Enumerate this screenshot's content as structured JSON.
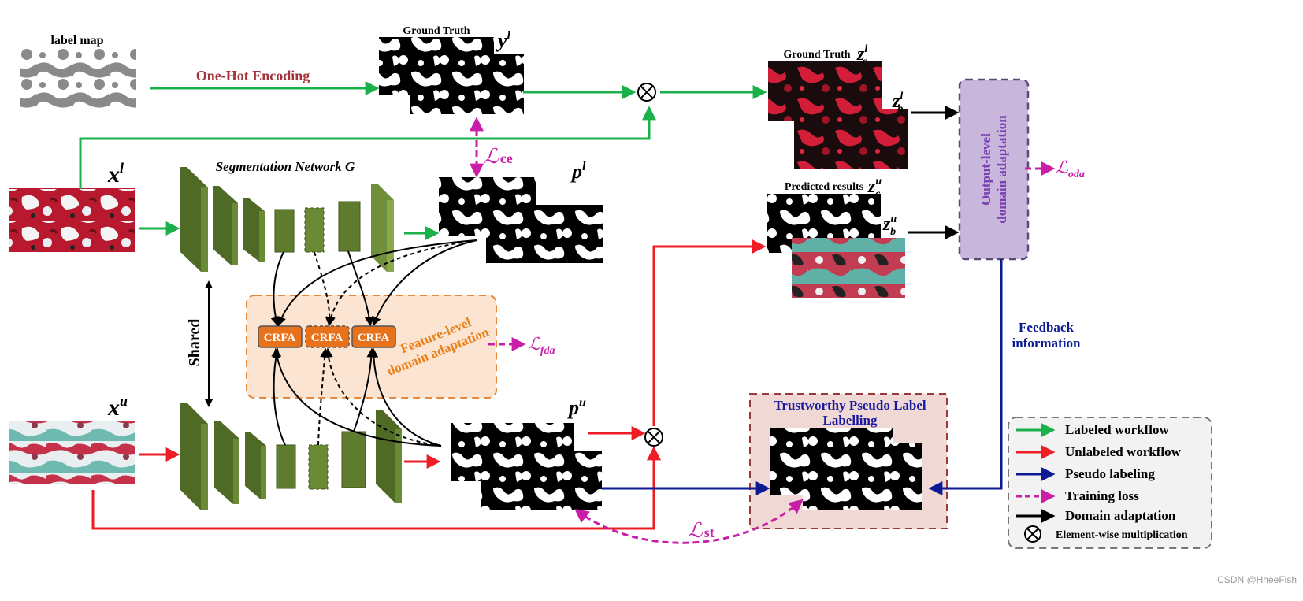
{
  "labels": {
    "label_map": "label map",
    "one_hot": "One-Hot Encoding",
    "ground_truth_1": "Ground Truth",
    "ground_truth_2": "Ground Truth",
    "predicted_results": "Predicted results",
    "seg_network": "Segmentation Network G",
    "shared": "Shared",
    "feature_level_1": "Feature-level",
    "feature_level_2": "domain adaptation",
    "output_level_1": "Output-level",
    "output_level_2": "domain adaptation",
    "feedback_1": "Feedback",
    "feedback_2": "information",
    "tpll_1": "Trustworthy Pseudo Label",
    "tpll_2": "Labelling",
    "watermark": "CSDN @HheeFish"
  },
  "symbols": {
    "y_l": "y",
    "y_l_sup": "l",
    "x_l": "x",
    "x_l_sup": "l",
    "x_u": "x",
    "x_u_sup": "u",
    "p_l": "p",
    "p_l_sup": "l",
    "p_u": "p",
    "p_u_sup": "u",
    "zc_l": "z",
    "zc_l_sub": "c",
    "zc_l_sup": "l",
    "zb_l": "z",
    "zb_l_sub": "b",
    "zb_l_sup": "l",
    "zc_u": "z",
    "zc_u_sub": "c",
    "zc_u_sup": "u",
    "zb_u": "z",
    "zb_u_sub": "b",
    "zb_u_sup": "u"
  },
  "losses": {
    "ce_L": "ℒ",
    "ce_sub": "ce",
    "st_L": "ℒ",
    "st_sub": "st",
    "fda_L": "ℒ",
    "fda_sub": "fda",
    "oda_L": "ℒ",
    "oda_sub": "oda"
  },
  "crfa": [
    "CRFA",
    "CRFA",
    "CRFA"
  ],
  "legend": {
    "items": [
      {
        "label": "Labeled workflow",
        "color": "#1ab04a",
        "style": "solid"
      },
      {
        "label": "Unlabeled workflow",
        "color": "#ee1c24",
        "style": "solid"
      },
      {
        "label": "Pseudo labeling",
        "color": "#0c1a94",
        "style": "solid"
      },
      {
        "label": "Training loss",
        "color": "#c81ea8",
        "style": "dashed"
      },
      {
        "label": "Domain adaptation",
        "color": "#000000",
        "style": "solid"
      }
    ],
    "multiplication": "Element-wise multiplication"
  },
  "colors": {
    "labeled": "#1ab04a",
    "unlabeled": "#ee1c24",
    "pseudo": "#0c1a94",
    "loss": "#c81ea8",
    "domain": "#000000",
    "one_hot_text": "#a3323a",
    "feature_box_fill": "#fbe5d2",
    "feature_box_stroke": "#e8883a",
    "feature_text": "#e8801a",
    "crfa_fill": "#e8721c",
    "output_box_fill": "#c9b6dd",
    "output_box_stroke": "#5a4a78",
    "output_text": "#7a3fb0",
    "tpll_fill": "#f0d8d4",
    "tpll_stroke": "#9a3a3a",
    "tpll_text": "#1a1aa0",
    "feedback_text": "#0c1a94",
    "layer_front": "#4f6a24",
    "layer_side": "#6b8a36",
    "layer_top": "#8aa84e"
  }
}
